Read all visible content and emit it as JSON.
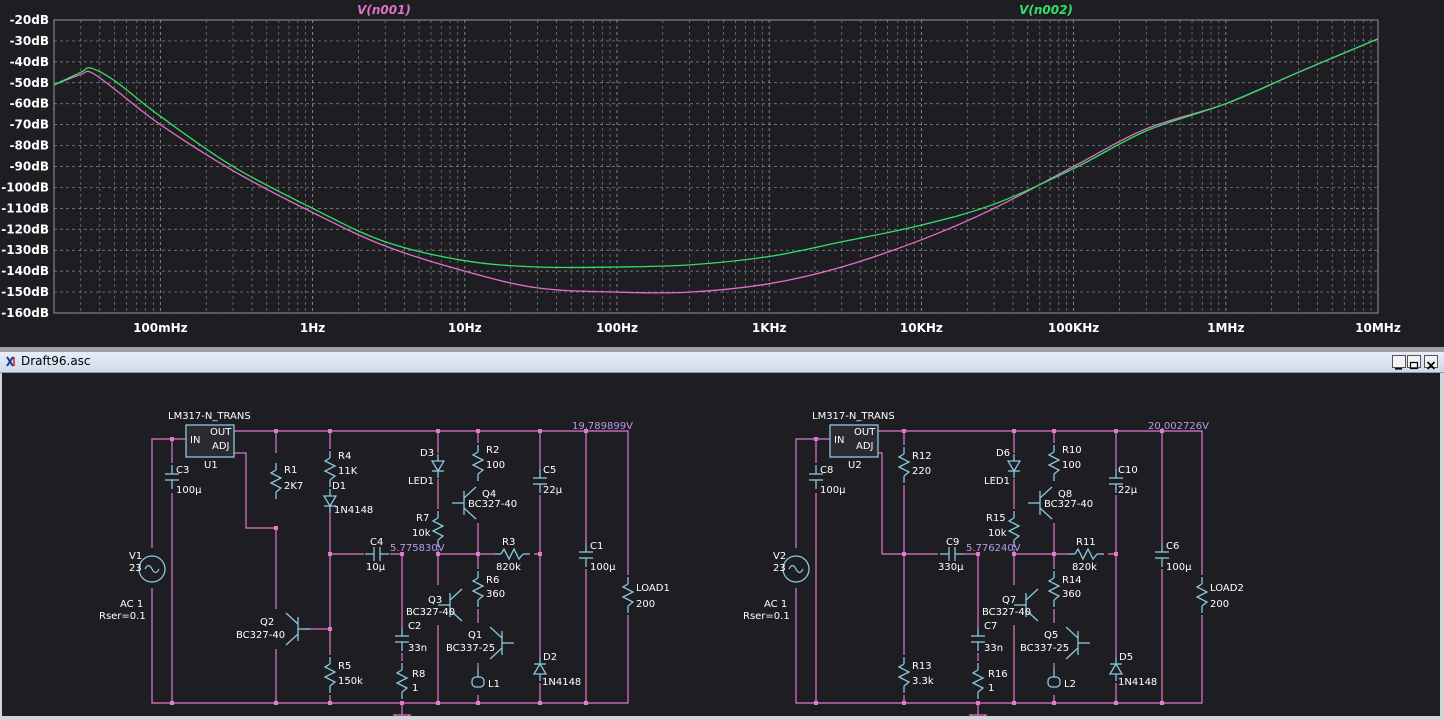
{
  "plot": {
    "traces": [
      {
        "name": "V(n001)",
        "color": "#e070c8"
      },
      {
        "name": "V(n002)",
        "color": "#33e067"
      }
    ],
    "colors": {
      "background": "#1e1e22",
      "grid": "#8c8c96",
      "text": "#ffffff"
    }
  },
  "chart_data": {
    "type": "line",
    "xscale": "log",
    "yunit": "dB",
    "x_ticks": [
      "100mHz",
      "1Hz",
      "10Hz",
      "100Hz",
      "1KHz",
      "10KHz",
      "100KHz",
      "1MHz",
      "10MHz"
    ],
    "y_ticks": [
      "-20dB",
      "-30dB",
      "-40dB",
      "-50dB",
      "-60dB",
      "-70dB",
      "-80dB",
      "-90dB",
      "-100dB",
      "-110dB",
      "-120dB",
      "-130dB",
      "-140dB",
      "-150dB",
      "-160dB"
    ],
    "xlim": [
      0.02,
      10000000
    ],
    "ylim": [
      -160,
      -20
    ],
    "grid": true,
    "series": [
      {
        "name": "V(n001)",
        "x": [
          0.02,
          0.03,
          0.035,
          0.05,
          0.1,
          0.3,
          1,
          3,
          10,
          30,
          100,
          300,
          1000,
          3000,
          10000,
          30000,
          100000,
          300000,
          1000000,
          3000000,
          10000000
        ],
        "y": [
          -51,
          -46,
          -45,
          -53,
          -70,
          -92,
          -112,
          -128,
          -140,
          -148,
          -150,
          -150,
          -146,
          -138,
          -125,
          -110,
          -90,
          -72,
          -60,
          -45,
          -29
        ]
      },
      {
        "name": "V(n002)",
        "x": [
          0.02,
          0.03,
          0.035,
          0.05,
          0.1,
          0.3,
          1,
          3,
          10,
          30,
          100,
          300,
          1000,
          3000,
          10000,
          30000,
          100000,
          300000,
          1000000,
          3000000,
          10000000
        ],
        "y": [
          -51,
          -45,
          -43,
          -49,
          -66,
          -90,
          -110,
          -126,
          -135,
          -138,
          -138,
          -137,
          -133,
          -126,
          -118,
          -108,
          -91,
          -73,
          -60,
          -45,
          -29
        ]
      }
    ]
  },
  "window": {
    "title": "Draft96.asc"
  },
  "schematic": {
    "left": {
      "reg_name": "LM317-N_TRANS",
      "reg_ref": "U1",
      "pin_in": "IN",
      "pin_out": "OUT",
      "pin_adj": "ADJ",
      "v_ref": "V1",
      "v_val": "23",
      "v_ac": "AC 1",
      "v_rser": "Rser=0.1",
      "c_in_ref": "C3",
      "c_in_val": "100µ",
      "r1_ref": "R1",
      "r1_val": "2K7",
      "r4_ref": "R4",
      "r4_val": "11K",
      "d1_ref": "D1",
      "d1_val": "1N4148",
      "q2_ref": "Q2",
      "q2_val": "BC327-40",
      "r5_ref": "R5",
      "r5_val": "150k",
      "c4_ref": "C4",
      "c4_val": "10µ",
      "d3_ref": "D3",
      "led_ref": "LED1",
      "r7_ref": "R7",
      "r7_val": "10k",
      "node_v": "5.775830V",
      "c2_ref": "C2",
      "c2_val": "33n",
      "r8_ref": "R8",
      "r8_val": "1",
      "q3_ref": "Q3",
      "q3_val": "BC327-40",
      "r2_ref": "R2",
      "r2_val": "100",
      "q4_ref": "Q4",
      "q4_val": "BC327-40",
      "r6_ref": "R6",
      "r6_val": "360",
      "q1_ref": "Q1",
      "q1_val": "BC337-25",
      "l_ref": "L1",
      "r3_ref": "R3",
      "r3_val": "820k",
      "c5_ref": "C5",
      "c5_val": "22µ",
      "d2_ref": "D2",
      "d2_val": "1N4148",
      "out_v": "19.789899V",
      "c_out_ref": "C1",
      "c_out_val": "100µ",
      "load_ref": "LOAD1",
      "load_val": "200"
    },
    "right": {
      "reg_name": "LM317-N_TRANS",
      "reg_ref": "U2",
      "pin_in": "IN",
      "pin_out": "OUT",
      "pin_adj": "ADJ",
      "v_ref": "V2",
      "v_val": "23",
      "v_ac": "AC 1",
      "v_rser": "Rser=0.1",
      "c_in_ref": "C8",
      "c_in_val": "100µ",
      "r12_ref": "R12",
      "r12_val": "220",
      "c9_ref": "C9",
      "c9_val": "330µ",
      "r13_ref": "R13",
      "r13_val": "3.3k",
      "d6_ref": "D6",
      "led_ref": "LED1",
      "r15_ref": "R15",
      "r15_val": "10k",
      "node_v": "5.776240V",
      "c7_ref": "C7",
      "c7_val": "33n",
      "r16_ref": "R16",
      "r16_val": "1",
      "q7_ref": "Q7",
      "q7_val": "BC327-40",
      "r10_ref": "R10",
      "r10_val": "100",
      "q8_ref": "Q8",
      "q8_val": "BC327-40",
      "r14_ref": "R14",
      "r14_val": "360",
      "q5_ref": "Q5",
      "q5_val": "BC337-25",
      "l_ref": "L2",
      "r11_ref": "R11",
      "r11_val": "820k",
      "c10_ref": "C10",
      "c10_val": "22µ",
      "d5_ref": "D5",
      "d5_val": "1N4148",
      "out_v": "20.002726V",
      "c_out_ref": "C6",
      "c_out_val": "100µ",
      "load_ref": "LOAD2",
      "load_val": "200"
    }
  }
}
